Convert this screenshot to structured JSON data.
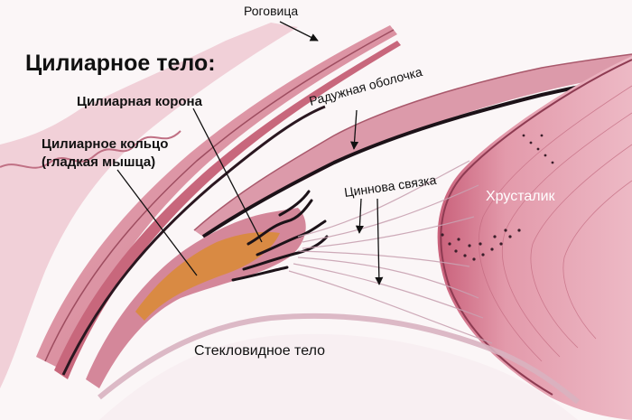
{
  "title": "Цилиарное тело:",
  "labels": {
    "cornea": "Роговица",
    "iris": "Радужная оболочка",
    "ciliary_corona": "Цилиарная корона",
    "ciliary_ring_line1": "Цилиарное кольцо",
    "ciliary_ring_line2": "(гладкая мышца)",
    "zonule": "Циннова связка",
    "lens": "Хрусталик",
    "vitreous": "Стекловидное тело"
  },
  "colors": {
    "background": "#fbf6f7",
    "tissue_pink": "#d9909f",
    "tissue_dark": "#b25a6c",
    "muscle_orange": "#d98b3a",
    "pigment": "#1c1218",
    "fiber": "#c9a2b2"
  }
}
